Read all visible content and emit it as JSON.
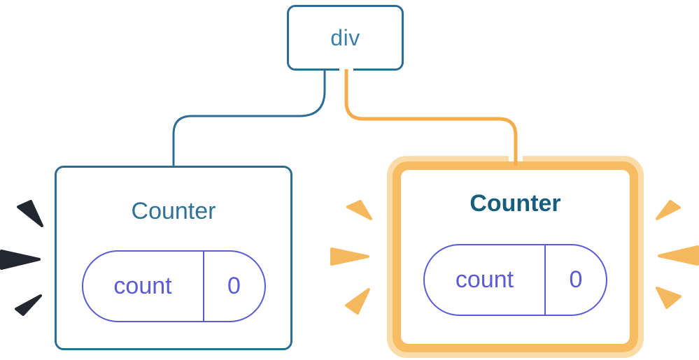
{
  "diagram": {
    "root": {
      "label": "div"
    },
    "left_counter": {
      "title": "Counter",
      "state_key": "count",
      "state_value": "0",
      "highlighted": false
    },
    "right_counter": {
      "title": "Counter",
      "state_key": "count",
      "state_value": "0",
      "highlighted": true
    }
  },
  "colors": {
    "tree_blue": "#2B6D94",
    "div_text": "#3C80A8",
    "counter_title_left": "#2F7296",
    "counter_title_right": "#175E7E",
    "state_purple": "#5A5BD5",
    "highlight_orange_band": "#F8BD62",
    "highlight_orange_pale": "#FBDCA8",
    "connector_orange": "#F5AC4B",
    "connector_casing": "#FFFFFF",
    "burst_ink": "#23272F",
    "burst_orange": "#F6B85C"
  }
}
